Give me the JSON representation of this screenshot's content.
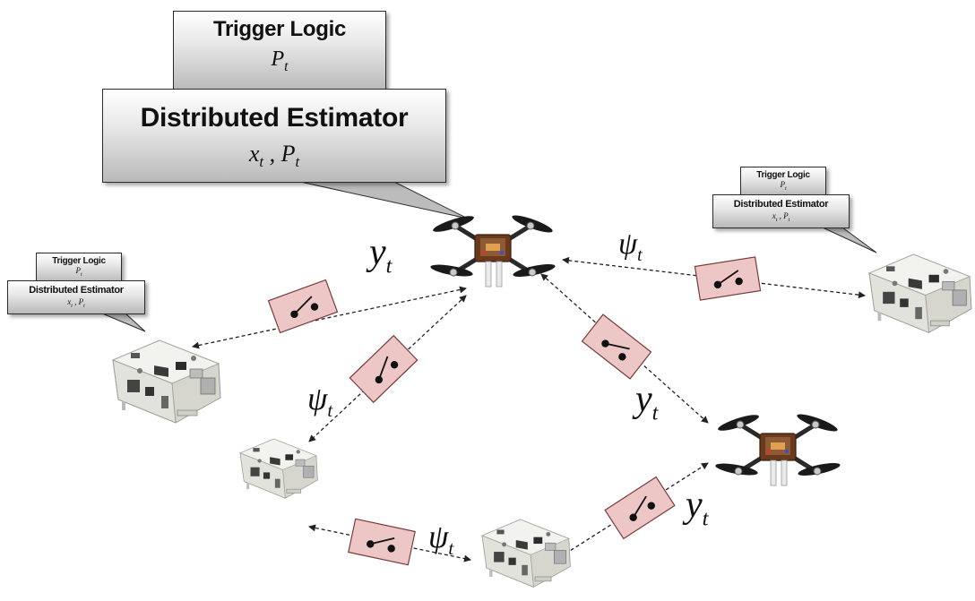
{
  "main_callout": {
    "trigger_title": "Trigger Logic",
    "trigger_var": "P",
    "trigger_var_sub": "t",
    "estimator_title": "Distributed Estimator",
    "estimator_vars": "x",
    "estimator_vars_sub": "t",
    "estimator_sep": " , ",
    "estimator_var2": "P",
    "estimator_var2_sub": "t"
  },
  "left_callout": {
    "trigger_title": "Trigger Logic",
    "trigger_var": "P",
    "trigger_var_sub": "t",
    "estimator_title": "Distributed Estimator",
    "estimator_vars": "x",
    "estimator_vars_sub": "t",
    "estimator_sep": " , ",
    "estimator_var2": "P",
    "estimator_var2_sub": "t"
  },
  "right_callout": {
    "trigger_title": "Trigger Logic",
    "trigger_var": "P",
    "trigger_var_sub": "t",
    "estimator_title": "Distributed Estimator",
    "estimator_vars": "x",
    "estimator_vars_sub": "t",
    "estimator_sep": " , ",
    "estimator_var2": "P",
    "estimator_var2_sub": "t"
  },
  "labels": {
    "y_main": "y",
    "y_main_sub": "t",
    "psi_top": "ψ",
    "psi_top_sub": "t",
    "psi_left": "ψ",
    "psi_left_sub": "t",
    "y_right": "y",
    "y_right_sub": "t",
    "psi_bottom": "ψ",
    "psi_bottom_sub": "t",
    "y_bottom": "y",
    "y_bottom_sub": "t"
  },
  "colors": {
    "switch_fill": "#edc6c6",
    "switch_border": "#7a3a3a",
    "arrow": "#222222",
    "board": "#e9e9e3",
    "drone_body": "#6b3a1c"
  },
  "icons": {
    "drone": "quadcopter-drone-icon",
    "board": "embedded-board-icon",
    "switch": "trigger-switch-icon"
  }
}
